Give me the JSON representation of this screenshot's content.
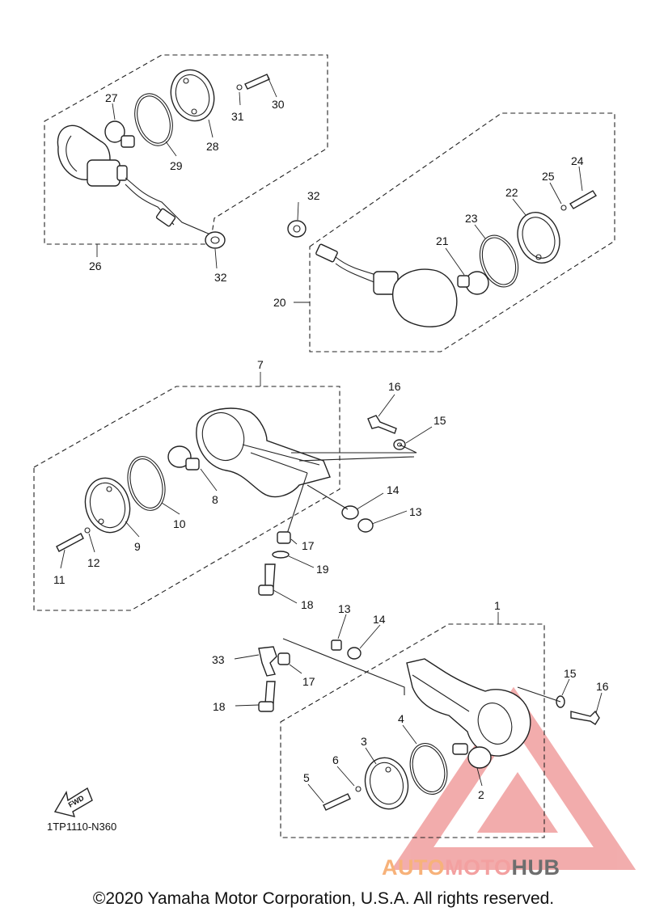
{
  "copyright": "©2020 Yamaha Motor Corporation, U.S.A. All rights reserved.",
  "diagram_code": "1TP1110-N360",
  "fwd_label": "FWD",
  "watermark": {
    "part1": "AUTO",
    "part2": "MOTO",
    "part3": "HUB"
  },
  "callouts": {
    "c1": "1",
    "c2": "2",
    "c3": "3",
    "c4": "4",
    "c5": "5",
    "c6": "6",
    "c7": "7",
    "c8": "8",
    "c9": "9",
    "c10": "10",
    "c11": "11",
    "c12": "12",
    "c13a": "13",
    "c13b": "13",
    "c14a": "14",
    "c14b": "14",
    "c15a": "15",
    "c15b": "15",
    "c16a": "16",
    "c16b": "16",
    "c17a": "17",
    "c17b": "17",
    "c18a": "18",
    "c18b": "18",
    "c19": "19",
    "c20": "20",
    "c21": "21",
    "c22": "22",
    "c23": "23",
    "c24": "24",
    "c25": "25",
    "c26": "26",
    "c27": "27",
    "c28": "28",
    "c29": "29",
    "c30": "30",
    "c31": "31",
    "c32a": "32",
    "c32b": "32",
    "c33": "33"
  }
}
